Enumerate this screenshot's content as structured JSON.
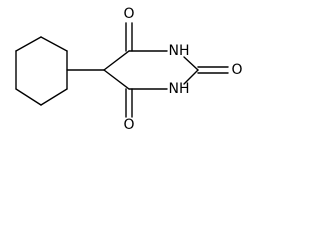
{
  "molecule": {
    "atoms": {
      "o_top": "O",
      "o_mid": "O",
      "o_bottom": "O",
      "nh_top": "NH",
      "nh_bottom": "NH"
    }
  }
}
